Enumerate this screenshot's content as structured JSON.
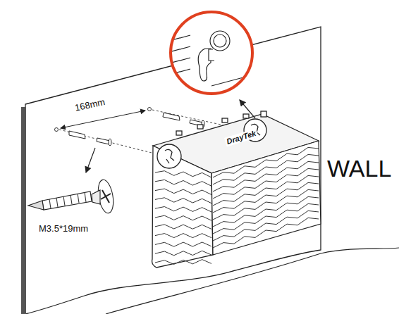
{
  "diagram": {
    "labels": [
      "168mm",
      "M3.5*19mm",
      "WALL",
      "DrayTek"
    ]
  }
}
